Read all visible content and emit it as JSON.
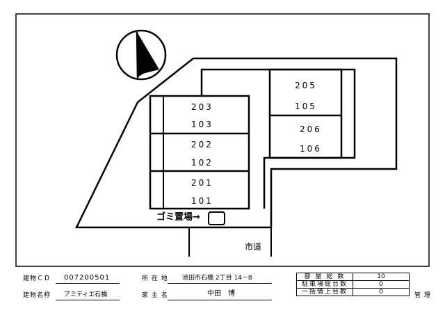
{
  "units": [
    "205",
    "105",
    "203",
    "103",
    "206",
    "106",
    "202",
    "102",
    "201",
    "101"
  ],
  "garbage_label": "ゴミ置場→",
  "road_label": "市道",
  "footer": {
    "building_cd_label": "建物ＣＤ",
    "building_cd_value": "007200501",
    "location_label": "所 在 地",
    "location_value": "池田市石橋 2丁目 14－8",
    "building_name_label": "建物名称",
    "building_name_value": "アミティエ石橋",
    "owner_label": "家 主 名",
    "owner_value": "中田　博",
    "rows": [
      {
        "label": "部 屋 総 数",
        "value": "10"
      },
      {
        "label": "駐車場総台数",
        "value": "0"
      },
      {
        "label": "一括借上台数",
        "value": "0"
      }
    ],
    "management_label": "管 理"
  }
}
